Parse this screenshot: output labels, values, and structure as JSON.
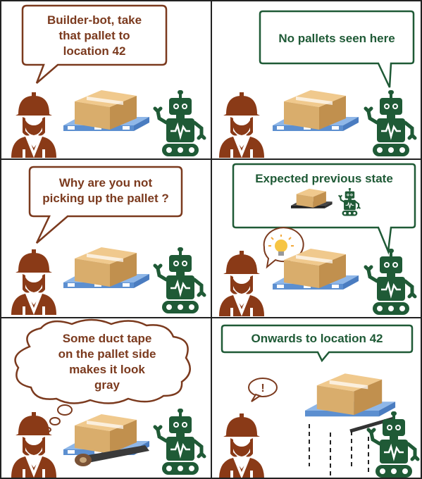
{
  "colors": {
    "worker": "#8a3a17",
    "robot": "#1f5a36",
    "box": "#d9ad6c",
    "pallet": "#8fb7e8",
    "human_bubble": "#7b3a1e",
    "robot_bubble": "#1f5a36"
  },
  "icons": [
    "worker-icon",
    "robot-icon",
    "box-icon",
    "pallet-icon",
    "lightbulb-icon",
    "exclamation-icon",
    "duct-tape-icon"
  ],
  "panels": [
    {
      "speech_lines": [
        "Builder-bot,  take",
        "that pallet to",
        "location 42"
      ]
    },
    {
      "speech": "No pallets seen here"
    },
    {
      "speech_lines": [
        "Why are you not",
        "picking up the pallet ?"
      ]
    },
    {
      "speech": "Expected previous state"
    },
    {
      "thought_lines": [
        "Some duct tape",
        "on the pallet side",
        "makes it look",
        "gray"
      ]
    },
    {
      "speech": "Onwards to location 42",
      "exclaim": "!"
    }
  ]
}
